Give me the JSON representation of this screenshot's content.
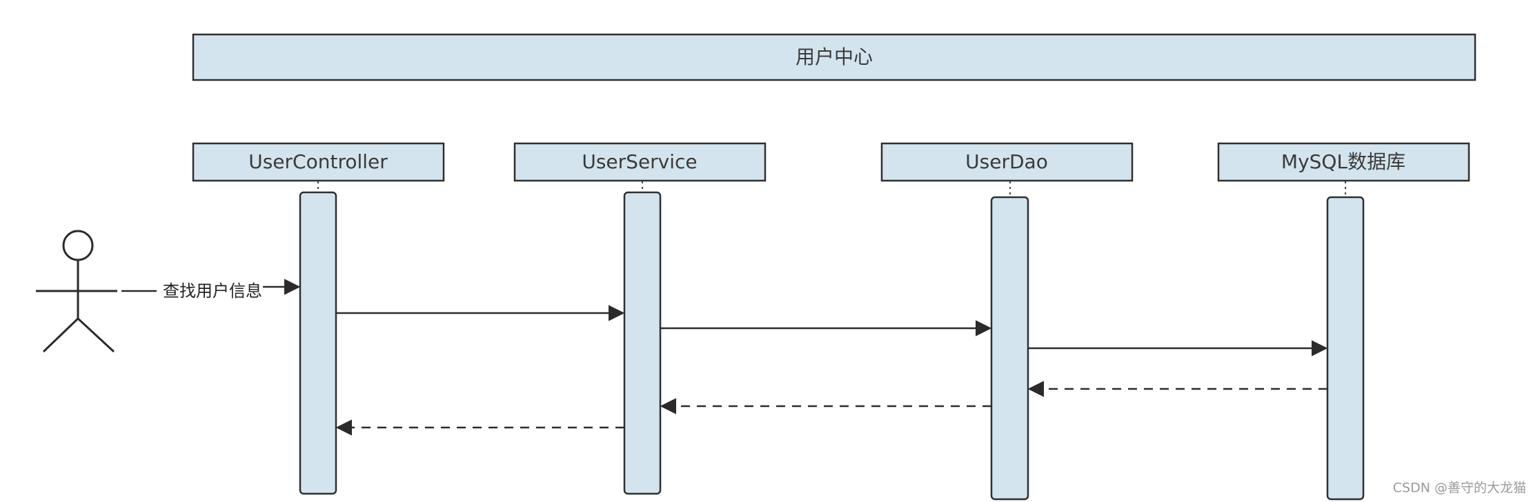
{
  "diagram": {
    "system_title": "用户中心",
    "participants": [
      {
        "name": "UserController"
      },
      {
        "name": "UserService"
      },
      {
        "name": "UserDao"
      },
      {
        "name": "MySQL数据库"
      }
    ],
    "messages": [
      {
        "from": "actor",
        "to": "UserController",
        "label": "查找用户信息",
        "style": "solid"
      },
      {
        "from": "UserController",
        "to": "UserService",
        "label": "",
        "style": "solid"
      },
      {
        "from": "UserService",
        "to": "UserDao",
        "label": "",
        "style": "solid"
      },
      {
        "from": "UserDao",
        "to": "MySQL数据库",
        "label": "",
        "style": "solid"
      },
      {
        "from": "MySQL数据库",
        "to": "UserDao",
        "label": "",
        "style": "dashed"
      },
      {
        "from": "UserDao",
        "to": "UserService",
        "label": "",
        "style": "dashed"
      },
      {
        "from": "UserService",
        "to": "UserController",
        "label": "",
        "style": "dashed"
      }
    ],
    "watermark": "CSDN @善守的大龙猫",
    "colors": {
      "box_fill": "#d3e4ee",
      "stroke": "#2f2f2f"
    }
  }
}
